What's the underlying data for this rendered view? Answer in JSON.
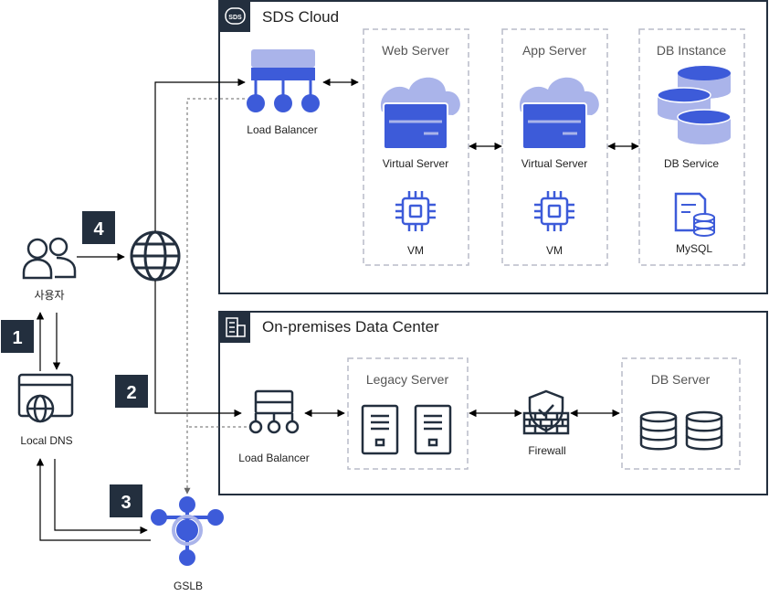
{
  "sds_cloud": {
    "title": "SDS Cloud",
    "logo_text": "SDS",
    "load_balancer": "Load Balancer",
    "web_server": {
      "title": "Web Server",
      "vs_label": "Virtual Server",
      "vm_label": "VM"
    },
    "app_server": {
      "title": "App Server",
      "vs_label": "Virtual Server",
      "vm_label": "VM"
    },
    "db_instance": {
      "title": "DB Instance",
      "service_label": "DB Service",
      "mysql_label": "MySQL"
    }
  },
  "onprem": {
    "title": "On-premises Data Center",
    "load_balancer": "Load Balancer",
    "legacy_server": "Legacy Server",
    "firewall": "Firewall",
    "db_server": "DB Server"
  },
  "left": {
    "users_label": "사용자",
    "local_dns_label": "Local DNS",
    "gslb_label": "GSLB"
  },
  "steps": [
    "1",
    "2",
    "3",
    "4"
  ],
  "colors": {
    "accent": "#3d5bd9",
    "accent_light": "#aab4ea",
    "accent_mid": "#5e71d1",
    "badge": "#232f3e",
    "dashed": "#b8bcc8",
    "dark": "#232f3e"
  }
}
